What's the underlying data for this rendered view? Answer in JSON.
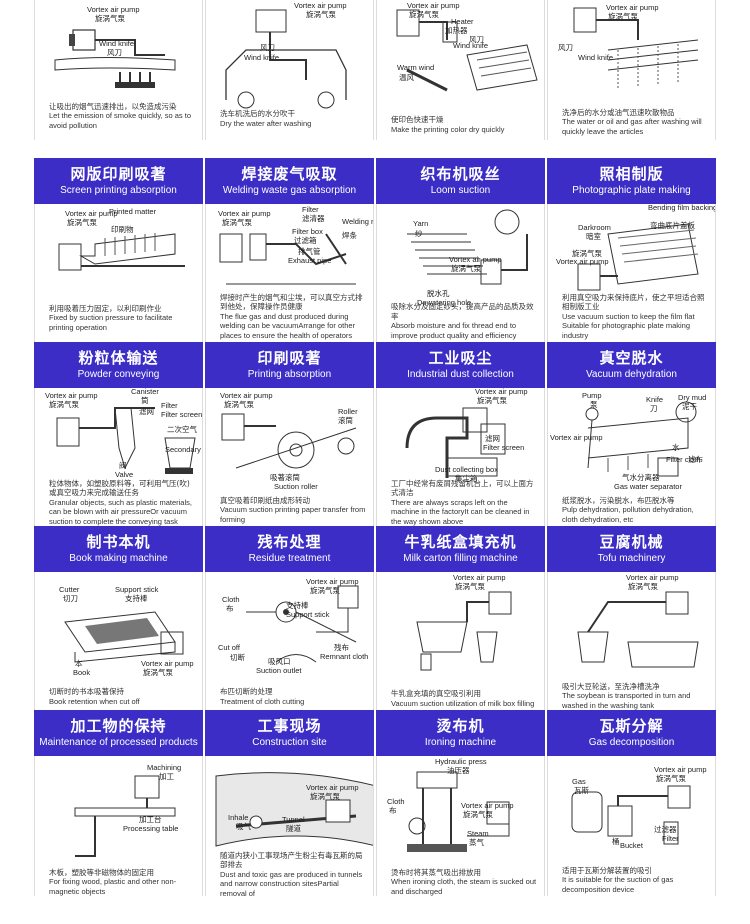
{
  "rows": [
    {
      "headers": null,
      "cells": [
        {
          "labels": [
            "Vortex air pump",
            "旋涡气泵",
            "Wind knife",
            "风刀"
          ],
          "caption_zh": "让吸出的烟气迅速排出，以免造成污染",
          "caption_en": "Let the emission of smoke quickly, so as to avoid pollution"
        },
        {
          "labels": [
            "Vortex air pump",
            "旋涡气泵",
            "风刀",
            "Wind knife"
          ],
          "caption_zh": "洗车机洗后的水分吹干",
          "caption_en": "Dry the water after washing"
        },
        {
          "labels": [
            "Vortex air pump",
            "旋涡气泵",
            "Heater",
            "加热器",
            "Wind knife",
            "风刀",
            "Warm wind",
            "温风"
          ],
          "caption_zh": "使印色快速干燥",
          "caption_en": "Make the printing color dry quickly"
        },
        {
          "labels": [
            "Vortex air pump",
            "旋涡气泵",
            "风刀",
            "Wind knife"
          ],
          "caption_zh": "洗净后的水分或油气迅速吹散物品",
          "caption_en": "The water or oil and gas after washing will quickly leave the articles"
        }
      ]
    },
    {
      "headers": [
        {
          "zh": "网版印刷吸著",
          "en": "Screen printing absorption"
        },
        {
          "zh": "焊接废气吸取",
          "en": "Welding waste gas absorption"
        },
        {
          "zh": "织布机吸丝",
          "en": "Loom suction"
        },
        {
          "zh": "照相制版",
          "en": "Photographic plate making"
        }
      ],
      "cells": [
        {
          "labels": [
            "Vortex air pump",
            "旋涡气泵",
            "Printed matter",
            "印刷物"
          ],
          "caption_zh": "利用吸着压力固定，以利印刷作业",
          "caption_en": "Fixed by suction pressure to facilitate printing operation"
        },
        {
          "labels": [
            "Vortex air pump",
            "旋涡气泵",
            "Filter",
            "滤清器",
            "Filter box",
            "过滤箱",
            "Welding rod",
            "焊条",
            "排气管",
            "Exhaust pipe"
          ],
          "caption_zh": "焊接时产生的烟气和尘埃，可以真空方式排到他处，保障操作员健康",
          "caption_en": "The flue gas and dust produced during welding can be vacuumArrange for other places to ensure the health of operators"
        },
        {
          "labels": [
            "Yarn",
            "纱",
            "Vortex air pump",
            "旋涡气泵",
            "脱水孔",
            "Dewatering hole"
          ],
          "caption_zh": "吸除水分及固定纱头，提高产品的品质及效率",
          "caption_en": "Absorb moisture and fix thread end to improve product quality and efficiency"
        },
        {
          "labels": [
            "Bending film backing plate",
            "弯曲底片盖板",
            "Darkroom",
            "暗室",
            "Vortex air pump",
            "旋涡气泵"
          ],
          "caption_zh": "利用真空吸力来保持底片，使之平坦适合照相制版工业",
          "caption_en": "Use vacuum suction to keep the film flat Suitable for photographic plate making industry"
        }
      ]
    },
    {
      "headers": [
        {
          "zh": "粉粒体输送",
          "en": "Powder conveying"
        },
        {
          "zh": "印刷吸著",
          "en": "Printing absorption"
        },
        {
          "zh": "工业吸尘",
          "en": "Industrial dust collection"
        },
        {
          "zh": "真空脱水",
          "en": "Vacuum dehydration"
        }
      ],
      "cells": [
        {
          "labels": [
            "Vortex air pump",
            "旋涡气泵",
            "Canister",
            "筒",
            "Filter",
            "滤网",
            "Filter screen",
            "二次空气",
            "Secondary air",
            "阀",
            "Valve"
          ],
          "caption_zh": "粒体物体，如塑胶原料等，可利用气压(吹)或真空吸力来完成输送任务",
          "caption_en": "Granular objects, such as plastic materials, can be blown with air pressureOr vacuum suction to complete the conveying task"
        },
        {
          "labels": [
            "Vortex air pump",
            "旋涡气泵",
            "Roller",
            "滚筒",
            "吸著滚筒",
            "Suction roller"
          ],
          "caption_zh": "真空吸着印刷纸由成形转动",
          "caption_en": "Vacuum suction printing paper transfer from forming"
        },
        {
          "labels": [
            "Vortex air pump",
            "旋涡气泵",
            "Filter screen",
            "滤网",
            "Dust collecting box",
            "集尘箱"
          ],
          "caption_zh": "工厂中经常有废屑残留机台上，可以上面方式清洁",
          "caption_en": "There are always scraps left on the machine in the factoryIt can be cleaned in the way shown above"
        },
        {
          "labels": [
            "Pump",
            "泵",
            "Knife",
            "刀",
            "Dry mud",
            "泥干",
            "Vortex air pump",
            "水",
            "Filter cloth",
            "滤布",
            "气水分离器",
            "Gas water separator"
          ],
          "caption_zh": "纸浆脱水，污染脱水，布匹脱水等",
          "caption_en": "Pulp dehydration, pollution dehydration, cloth dehydration, etc"
        }
      ]
    },
    {
      "headers": [
        {
          "zh": "制书本机",
          "en": "Book making machine"
        },
        {
          "zh": "残布处理",
          "en": "Residue treatment"
        },
        {
          "zh": "牛乳纸盒填充机",
          "en": "Milk carton filling machine"
        },
        {
          "zh": "豆腐机械",
          "en": "Tofu machinery"
        }
      ],
      "cells": [
        {
          "labels": [
            "Cutter",
            "切刀",
            "Support stick",
            "支持棒",
            "本",
            "Book",
            "Vortex air pump",
            "旋涡气泵"
          ],
          "caption_zh": "切断时的书本吸著保持",
          "caption_en": "Book retention when cut off"
        },
        {
          "labels": [
            "Vortex air pump",
            "旋涡气泵",
            "Cloth",
            "布",
            "支持棒",
            "Support stick",
            "Cut off",
            "切断",
            "吸风口",
            "Suction outlet",
            "残布",
            "Remnant cloth"
          ],
          "caption_zh": "布匹切断的处理",
          "caption_en": "Treatment of cloth cutting"
        },
        {
          "labels": [
            "Vortex air pump",
            "旋涡气泵"
          ],
          "caption_zh": "牛乳盒充填的真空吸引利用",
          "caption_en": "Vacuum suction utilization of milk box filling"
        },
        {
          "labels": [
            "Vortex air pump",
            "旋涡气泵"
          ],
          "caption_zh": "吸引大豆轮送，至洗净槽洗净",
          "caption_en": "The soybean is transported in turn and washed in the washing tank"
        }
      ]
    },
    {
      "headers": [
        {
          "zh": "加工物的保持",
          "en": "Maintenance of processed products"
        },
        {
          "zh": "工事现场",
          "en": "Construction site"
        },
        {
          "zh": "烫布机",
          "en": "Ironing machine"
        },
        {
          "zh": "瓦斯分解",
          "en": "Gas decomposition"
        }
      ],
      "cells": [
        {
          "labels": [
            "Machining",
            "加工",
            "加工台",
            "Processing table"
          ],
          "caption_zh": "木板，塑胶等非磁物体的固定用",
          "caption_en": "For fixing wood, plastic and other non-magnetic objects"
        },
        {
          "labels": [
            "Vortex air pump",
            "旋涡气泵",
            "Inhale",
            "吸气",
            "Tunnel",
            "隧道"
          ],
          "caption_zh": "随道内狭小工事现场产生粉尘有毒瓦斯的局部排去",
          "caption_en": "Dust and toxic gas are produced in tunnels and narrow construction sitesPartial removal of"
        },
        {
          "labels": [
            "Hydraulic press",
            "油压器",
            "Cloth",
            "布",
            "Vortex air pump",
            "旋涡气泵",
            "Steam",
            "蒸气"
          ],
          "caption_zh": "烫布时将其蒸气吸出排放用",
          "caption_en": "When ironing cloth, the steam is sucked out and discharged"
        },
        {
          "labels": [
            "Vortex air pump",
            "旋涡气泵",
            "Gas",
            "瓦斯",
            "桶",
            "Bucket",
            "过滤器",
            "Filter"
          ],
          "caption_zh": "适用于瓦斯分解装置的吸引",
          "caption_en": "It is suitable for the suction of gas decomposition device"
        }
      ]
    }
  ]
}
